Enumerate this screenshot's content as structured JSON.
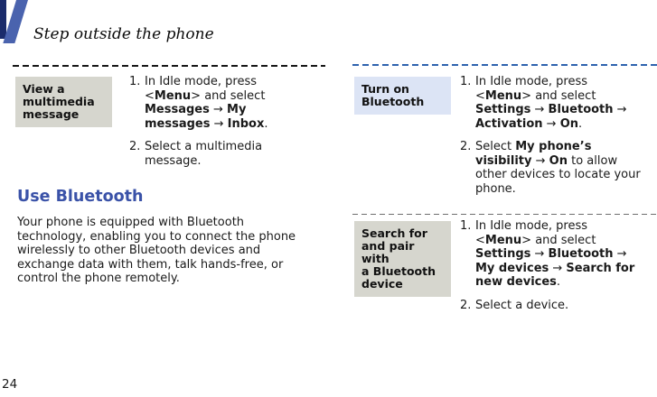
{
  "colors": {
    "accent-navy": "#1b2c6b",
    "accent-blue": "#4a63ae",
    "heading-blue": "#3a52a8",
    "label-gray-bg": "#d6d6ce",
    "label-blue-bg": "#dce4f5",
    "dash-black": "#151515",
    "dash-blue": "#2e62ae",
    "dash-gray": "#6e6e6e"
  },
  "header": {
    "chapter_title": "Step outside the phone"
  },
  "footer": {
    "page_number": "24"
  },
  "left_column": {
    "task_view_mms": {
      "label": "View a\nmultimedia\nmessage",
      "steps": [
        {
          "num": "1.",
          "lines": [
            [
              {
                "t": "In Idle mode, press"
              }
            ],
            [
              {
                "t": "<"
              },
              {
                "t": "Menu",
                "b": true
              },
              {
                "t": "> and select"
              }
            ],
            [
              {
                "t": "Messages",
                "b": true
              },
              {
                "t": " → "
              },
              {
                "t": "My",
                "b": true
              }
            ],
            [
              {
                "t": "messages",
                "b": true
              },
              {
                "t": " → "
              },
              {
                "t": "Inbox",
                "b": true
              },
              {
                "t": "."
              }
            ]
          ]
        },
        {
          "num": "2.",
          "lines": [
            [
              {
                "t": "Select a multimedia"
              }
            ],
            [
              {
                "t": "message."
              }
            ]
          ]
        }
      ]
    },
    "bluetooth_section": {
      "heading": "Use Bluetooth",
      "body": "Your phone is equipped with Bluetooth\ntechnology, enabling you to connect the phone\nwirelessly to other Bluetooth devices and\nexchange data with them, talk hands-free, or\ncontrol the phone remotely."
    }
  },
  "right_column": {
    "task_turn_on_bluetooth": {
      "label": "Turn on\nBluetooth",
      "steps": [
        {
          "num": "1.",
          "lines": [
            [
              {
                "t": "In Idle mode, press"
              }
            ],
            [
              {
                "t": "<"
              },
              {
                "t": "Menu",
                "b": true
              },
              {
                "t": "> and select"
              }
            ],
            [
              {
                "t": "Settings",
                "b": true
              },
              {
                "t": " → "
              },
              {
                "t": "Bluetooth",
                "b": true
              },
              {
                "t": " →"
              }
            ],
            [
              {
                "t": "Activation",
                "b": true
              },
              {
                "t": " → "
              },
              {
                "t": "On",
                "b": true
              },
              {
                "t": "."
              }
            ]
          ]
        },
        {
          "num": "2.",
          "lines": [
            [
              {
                "t": "Select "
              },
              {
                "t": "My phone’s",
                "b": true
              }
            ],
            [
              {
                "t": "visibility",
                "b": true
              },
              {
                "t": " → "
              },
              {
                "t": "On",
                "b": true
              },
              {
                "t": " to allow"
              }
            ],
            [
              {
                "t": "other devices to locate your"
              }
            ],
            [
              {
                "t": "phone."
              }
            ]
          ]
        }
      ]
    },
    "task_search_pair": {
      "label": "Search for\nand pair with\na Bluetooth\ndevice",
      "steps": [
        {
          "num": "1.",
          "lines": [
            [
              {
                "t": "In Idle mode, press"
              }
            ],
            [
              {
                "t": "<"
              },
              {
                "t": "Menu",
                "b": true
              },
              {
                "t": "> and select"
              }
            ],
            [
              {
                "t": "Settings",
                "b": true
              },
              {
                "t": " → "
              },
              {
                "t": "Bluetooth",
                "b": true
              },
              {
                "t": " →"
              }
            ],
            [
              {
                "t": "My devices",
                "b": true
              },
              {
                "t": " → "
              },
              {
                "t": "Search for",
                "b": true
              }
            ],
            [
              {
                "t": "new devices",
                "b": true
              },
              {
                "t": "."
              }
            ]
          ]
        },
        {
          "num": "2.",
          "lines": [
            [
              {
                "t": "Select a device."
              }
            ]
          ]
        }
      ]
    }
  }
}
